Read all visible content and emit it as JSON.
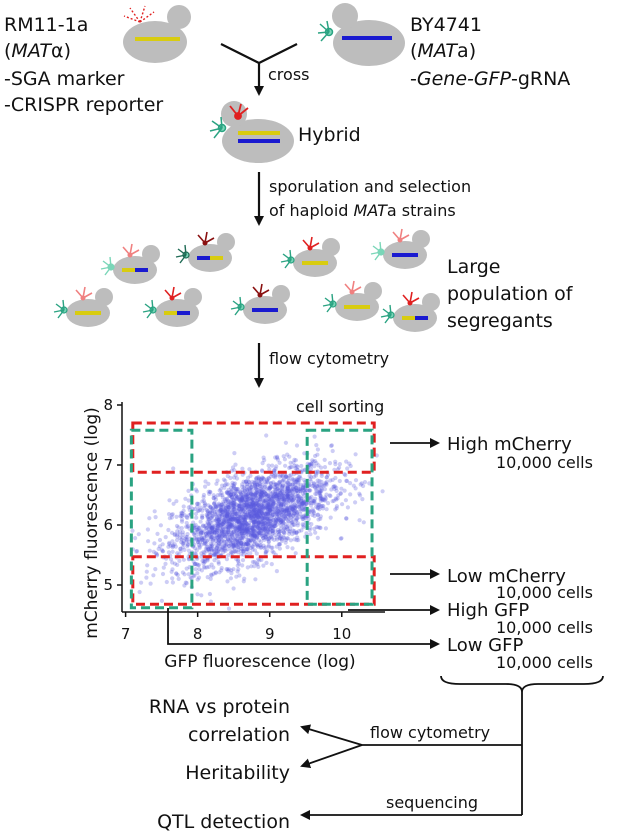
{
  "parents": {
    "left": {
      "name": "RM11-1a",
      "mating_prefix": "(",
      "mating_italic": "MAT",
      "mating_suffix": "α)",
      "line1": "-SGA marker",
      "line2": "-CRISPR reporter"
    },
    "right": {
      "name": "BY4741",
      "mating_prefix": "(",
      "mating_italic": "MAT",
      "mating_suffix": "a)",
      "construct_prefix": "-",
      "construct_italic": "Gene-GFP",
      "construct_suffix": "-gRNA"
    }
  },
  "steps": {
    "cross": "cross",
    "hybrid": "Hybrid",
    "sporulation_line1": "sporulation and selection",
    "sporulation_line2_prefix": "of haploid ",
    "sporulation_line2_italic": "MAT",
    "sporulation_line2_suffix": "a strains",
    "segregants": [
      "Large",
      "population of",
      "segregants"
    ],
    "flow1": "flow cytometry"
  },
  "chart_data": {
    "type": "scatter",
    "xlabel": "GFP fluorescence (log)",
    "ylabel": "mCherry fluorescence (log)",
    "xlim": [
      6.95,
      10.6
    ],
    "ylim": [
      4.55,
      8.05
    ],
    "xticks": [
      7,
      8,
      9,
      10
    ],
    "yticks": [
      5,
      6,
      7,
      8
    ],
    "annotation": "cell sorting",
    "cloud": {
      "center_x": 8.75,
      "center_y": 6.15,
      "sd_x": 0.55,
      "sd_y": 0.42,
      "correlation": 0.55,
      "color": "#5b5bdf"
    },
    "gates": [
      {
        "name": "High mCherry",
        "channel": "mCherry",
        "x": [
          7.1,
          10.45
        ],
        "y": [
          6.88,
          7.7
        ],
        "color": "#e02020"
      },
      {
        "name": "Low mCherry",
        "channel": "mCherry",
        "x": [
          7.1,
          10.45
        ],
        "y": [
          4.68,
          5.47
        ],
        "color": "#e02020"
      },
      {
        "name": "High GFP",
        "channel": "GFP",
        "x": [
          9.52,
          10.42
        ],
        "y": [
          4.68,
          7.58
        ],
        "color": "#2aa382"
      },
      {
        "name": "Low GFP",
        "channel": "GFP",
        "x": [
          7.08,
          7.92
        ],
        "y": [
          4.62,
          7.58
        ],
        "color": "#2aa382"
      }
    ]
  },
  "sorted": [
    {
      "label": "High mCherry",
      "cells": "10,000 cells",
      "color": "#e02020"
    },
    {
      "label": "Low mCherry",
      "cells": "10,000 cells",
      "color": "#e02020"
    },
    {
      "label": "High GFP",
      "cells": "10,000 cells",
      "color": "#2aa382"
    },
    {
      "label": "Low GFP",
      "cells": "10,000 cells",
      "color": "#2aa382"
    }
  ],
  "outputs": {
    "rna_line1": "RNA vs protein",
    "rna_line2": "correlation",
    "heritability": "Heritability",
    "qtl": "QTL detection",
    "flow2": "flow cytometry",
    "sequencing": "sequencing"
  },
  "colors": {
    "yellow": "#d8cc10",
    "blue": "#1a1ad0",
    "cell": "#bdbdbd",
    "red": "#e02020",
    "green": "#2aa382",
    "dark_red": "#8a1010",
    "dark_green": "#1f6b55",
    "light_red": "#f08080",
    "light_green": "#7ad6b8"
  }
}
